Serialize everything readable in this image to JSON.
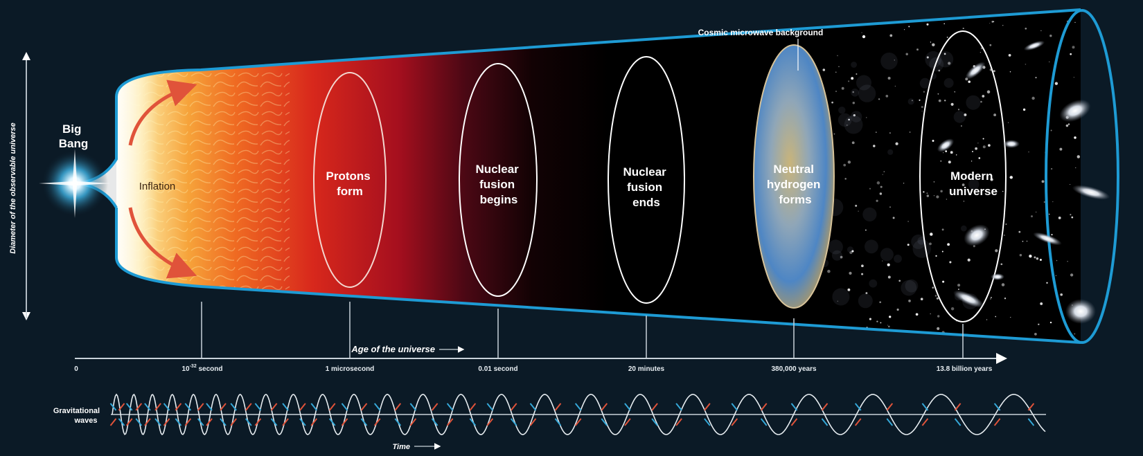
{
  "labels": {
    "big_bang_line1": "Big",
    "big_bang_line2": "Bang",
    "inflation": "Inflation",
    "protons_line1": "Protons",
    "protons_line2": "form",
    "fusion_begins_line1": "Nuclear",
    "fusion_begins_line2": "fusion",
    "fusion_begins_line3": "begins",
    "fusion_ends_line1": "Nuclear",
    "fusion_ends_line2": "fusion",
    "fusion_ends_line3": "ends",
    "neutral_line1": "Neutral",
    "neutral_line2": "hydrogen",
    "neutral_line3": "forms",
    "modern_line1": "Modern",
    "modern_line2": "universe",
    "cmb": "Cosmic microwave background",
    "y_axis": "Diameter of the observable universe",
    "age_axis": "Age of the universe",
    "gw_line1": "Gravitational",
    "gw_line2": "waves",
    "time_axis": "Time"
  },
  "timeline_ticks": [
    {
      "label": "0"
    },
    {
      "label": "10",
      "exponent": "-32",
      "suffix": " second"
    },
    {
      "label": "1 microsecond"
    },
    {
      "label": "0.01 second"
    },
    {
      "label": "20 minutes"
    },
    {
      "label": "380,000 years"
    },
    {
      "label": "13.8 billion years"
    }
  ],
  "colors": {
    "background": "#0b1a26",
    "outline": "#1e9bd4",
    "inflation_hot": "#fde7a0",
    "inflation_mid": "#f08a24",
    "fire_red": "#c8201c",
    "dark_red": "#4a0814",
    "gw_cyan": "#35a8d8",
    "gw_red": "#e0533a"
  }
}
